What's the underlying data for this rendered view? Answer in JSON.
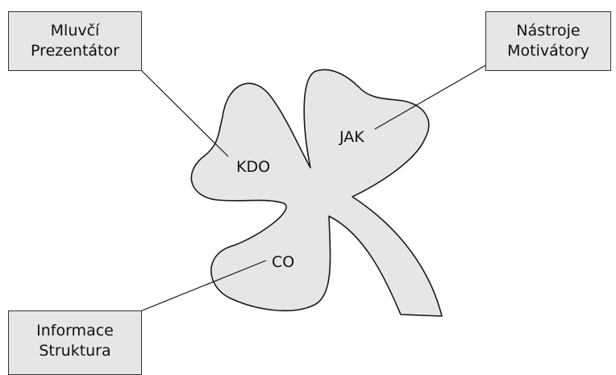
{
  "boxes": {
    "who": {
      "line1": "Mluvčí",
      "line2": "Prezentátor"
    },
    "how": {
      "line1": "Nástroje",
      "line2": "Motivátory"
    },
    "what": {
      "line1": "Informace",
      "line2": "Struktura"
    }
  },
  "leaves": {
    "who": "KDO",
    "how": "JAK",
    "what": "CO"
  },
  "colors": {
    "shape_fill": "#e6e6e6",
    "outline": "#1a1a1a",
    "box_fill": "#e6e6e6"
  }
}
